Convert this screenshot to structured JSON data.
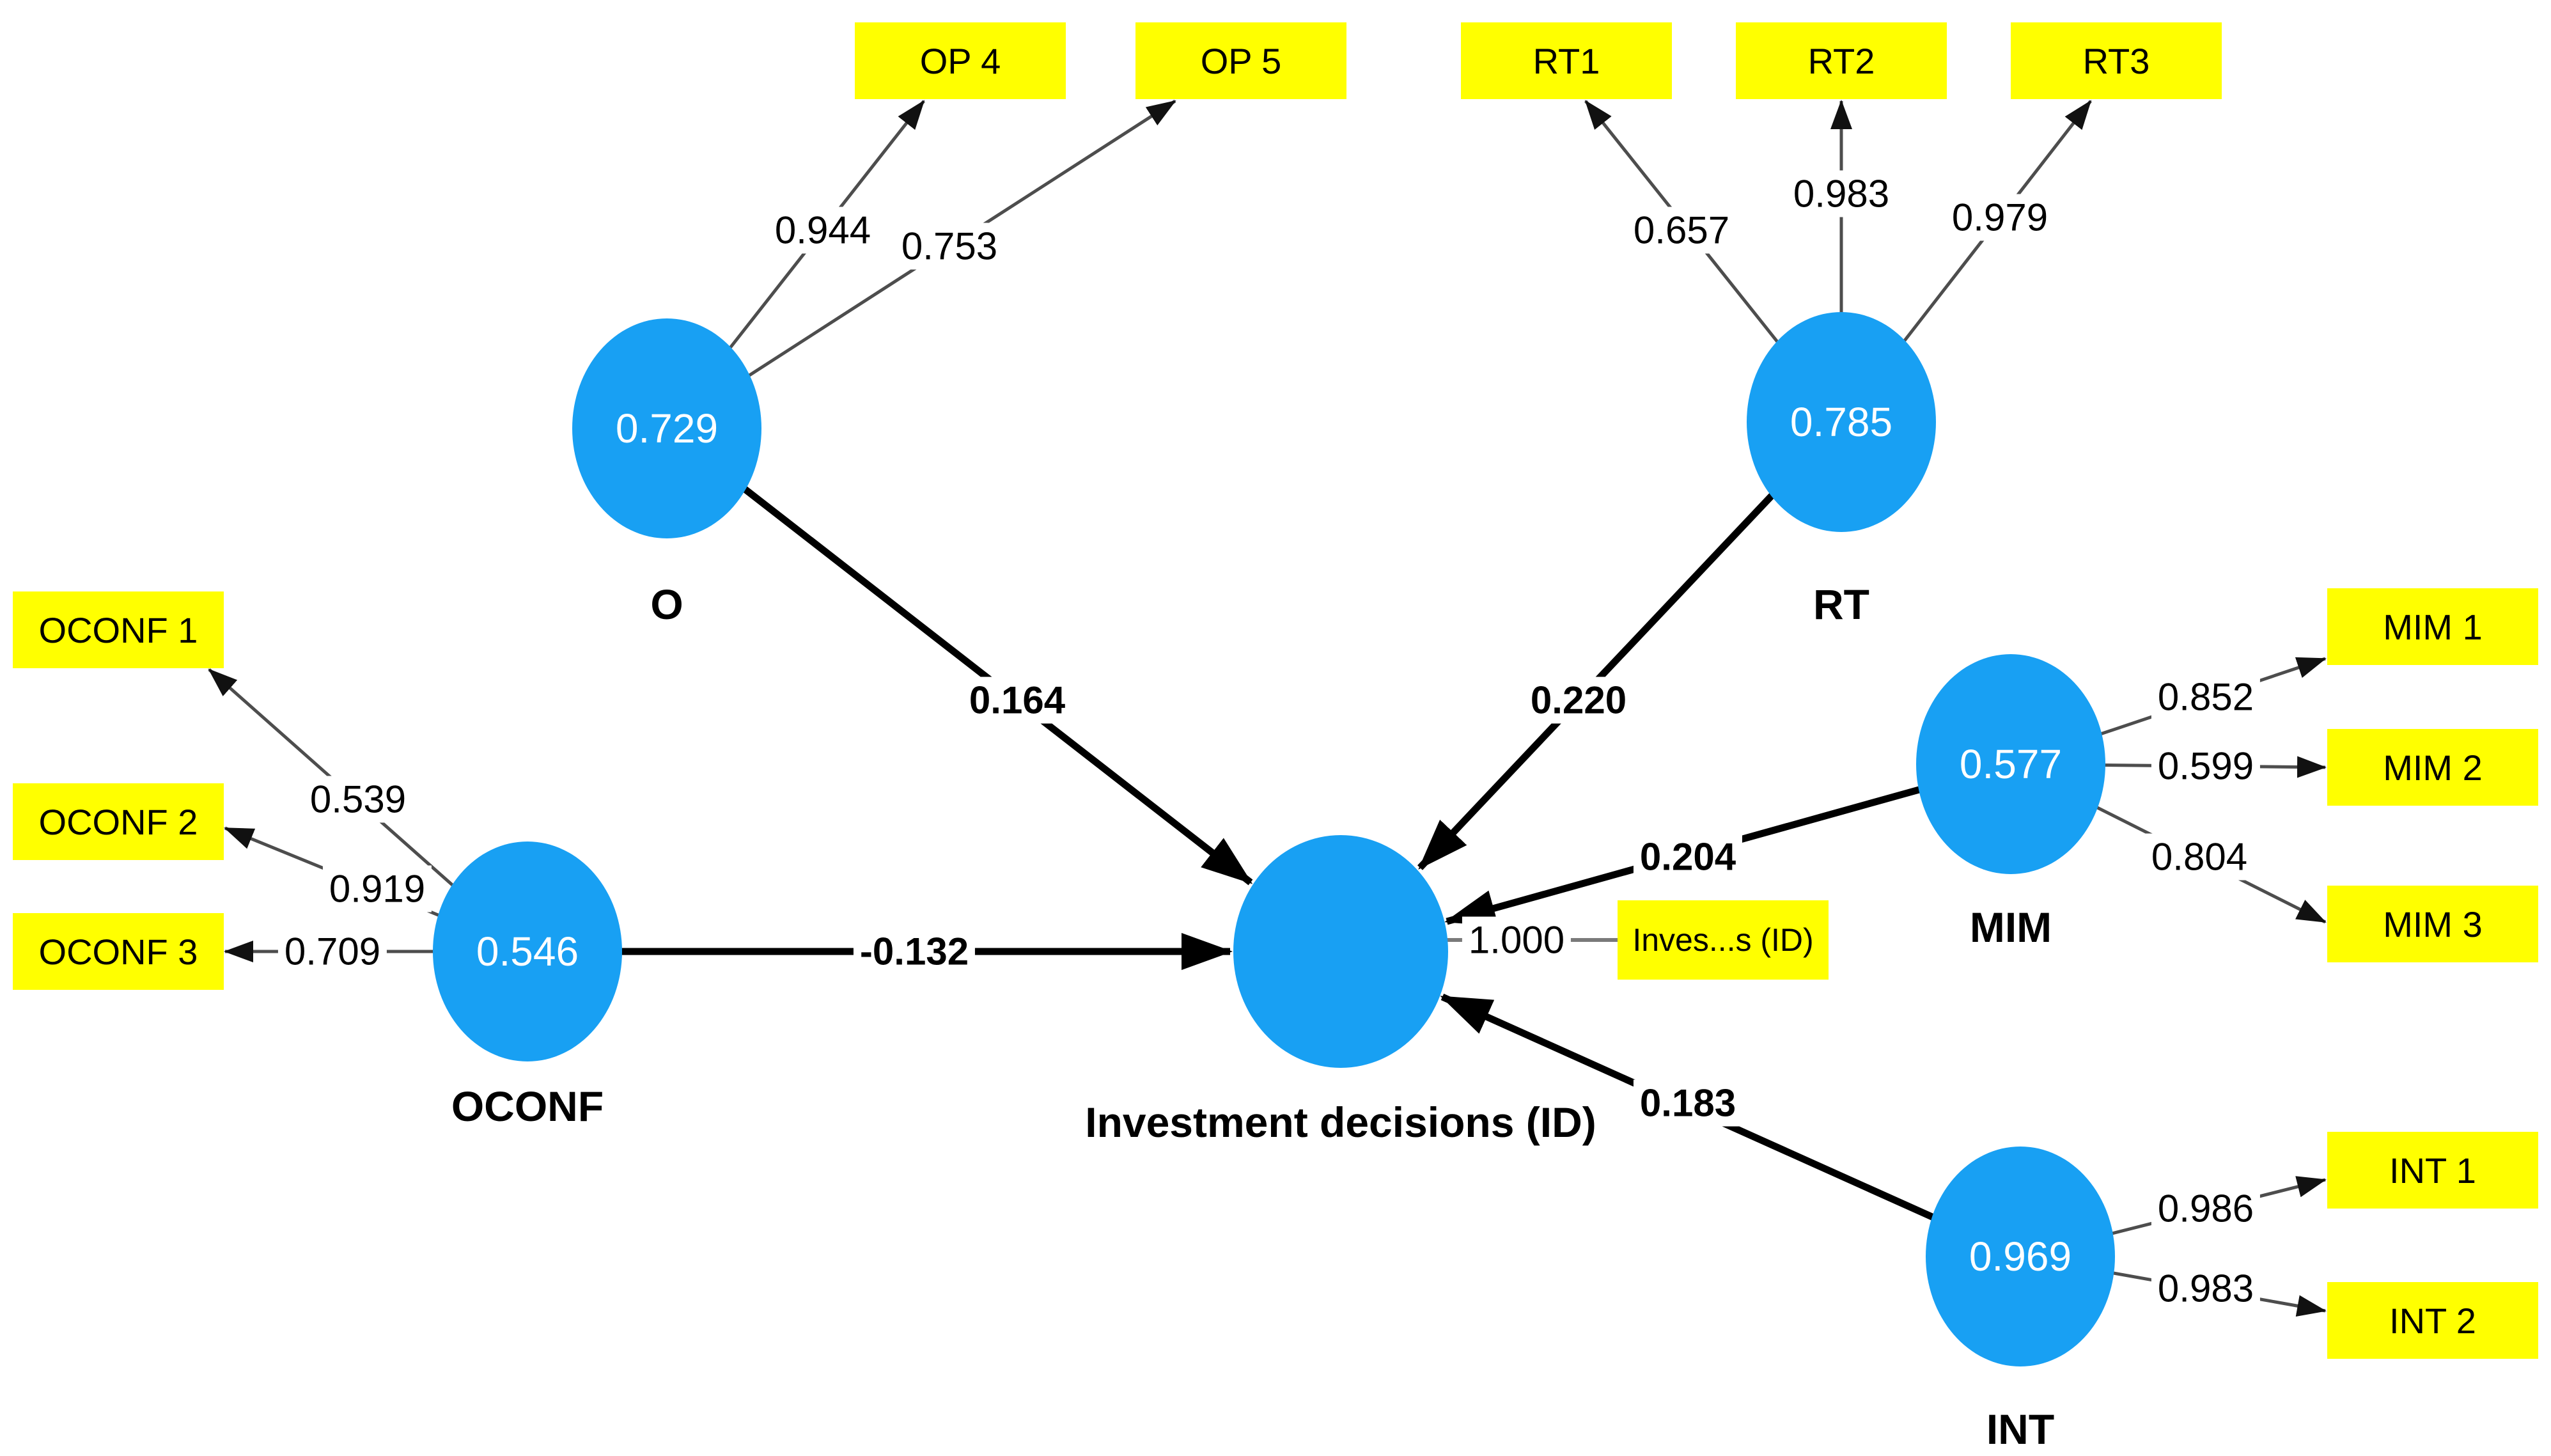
{
  "figure": {
    "type": "PLS-SEM path model",
    "colors": {
      "construct_fill": "#18a0f3",
      "indicator_fill": "#ffff00",
      "structural_line": "#000000",
      "indicator_line": "#4d4d4d",
      "text_on_construct": "#ffffff"
    },
    "constructs": {
      "O": {
        "label": "O",
        "value": "0.729"
      },
      "RT": {
        "label": "RT",
        "value": "0.785"
      },
      "OCONF": {
        "label": "OCONF",
        "value": "0.546"
      },
      "MIM": {
        "label": "MIM",
        "value": "0.577"
      },
      "INT": {
        "label": "INT",
        "value": "0.969"
      },
      "ID": {
        "label": "Investment decisions (ID)",
        "value": ""
      }
    },
    "indicators": {
      "OP4": {
        "label": "OP 4",
        "loading": "0.944"
      },
      "OP5": {
        "label": "OP 5",
        "loading": "0.753"
      },
      "RT1": {
        "label": "RT1",
        "loading": "0.657"
      },
      "RT2": {
        "label": "RT2",
        "loading": "0.983"
      },
      "RT3": {
        "label": "RT3",
        "loading": "0.979"
      },
      "OCONF1": {
        "label": "OCONF 1",
        "loading": "0.539"
      },
      "OCONF2": {
        "label": "OCONF 2",
        "loading": "0.919"
      },
      "OCONF3": {
        "label": "OCONF 3",
        "loading": "0.709"
      },
      "MIM1": {
        "label": "MIM 1",
        "loading": "0.852"
      },
      "MIM2": {
        "label": "MIM 2",
        "loading": "0.599"
      },
      "MIM3": {
        "label": "MIM 3",
        "loading": "0.804"
      },
      "INT1": {
        "label": "INT 1",
        "loading": "0.986"
      },
      "INT2": {
        "label": "INT 2",
        "loading": "0.983"
      },
      "IDIND": {
        "label": "Inves...s (ID)",
        "loading": "1.000"
      }
    },
    "paths": {
      "O_ID": {
        "from": "O",
        "to": "ID",
        "coefficient": "0.164"
      },
      "RT_ID": {
        "from": "RT",
        "to": "ID",
        "coefficient": "0.220"
      },
      "OCONF_ID": {
        "from": "OCONF",
        "to": "ID",
        "coefficient": "-0.132"
      },
      "MIM_ID": {
        "from": "MIM",
        "to": "ID",
        "coefficient": "0.204"
      },
      "INT_ID": {
        "from": "INT",
        "to": "ID",
        "coefficient": "0.183"
      }
    }
  }
}
